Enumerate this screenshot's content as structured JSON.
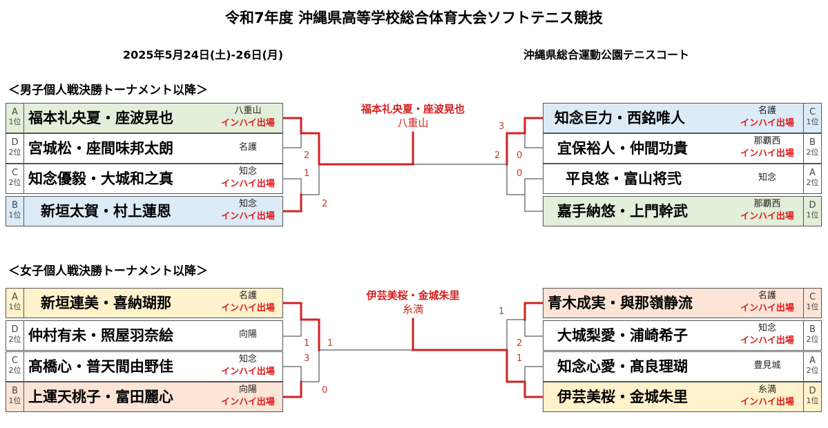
{
  "title": "令和7年度 沖縄県高等学校総合体育大会ソフトテニス競技",
  "date": "2025年5月24日(土)-26日(月)",
  "venue": "沖縄県総合運動公園テニスコート",
  "colors": {
    "inhai": "#e01b1b",
    "win_line": "#d42020",
    "green": "#e2efda",
    "blue": "#ddebf7",
    "orange": "#fce4d6",
    "yellow": "#fff2cc"
  },
  "boys": {
    "header": "＜男子個人戦決勝トーナメント以降＞",
    "champion": {
      "name": "福本礼央夏・座波晃也",
      "school": "八重山"
    },
    "left": [
      {
        "seed_letter": "A",
        "seed_rank": "1位",
        "name": "福本礼央夏・座波晃也",
        "school": "八重山",
        "inhai": "インハイ出場"
      },
      {
        "seed_letter": "D",
        "seed_rank": "2位",
        "name": "宮城松・座間味邦太朗",
        "school": "名護",
        "inhai": ""
      },
      {
        "seed_letter": "C",
        "seed_rank": "2位",
        "name": "知念優毅・大城和之真",
        "school": "知念",
        "inhai": "インハイ出場"
      },
      {
        "seed_letter": "B",
        "seed_rank": "1位",
        "name": "新垣太賀・村上蓮恩",
        "school": "知念",
        "inhai": "インハイ出場"
      }
    ],
    "right": [
      {
        "seed_letter": "C",
        "seed_rank": "1位",
        "name": "知念巨力・西銘唯人",
        "school": "名護",
        "inhai": "インハイ出場"
      },
      {
        "seed_letter": "B",
        "seed_rank": "2位",
        "name": "宜保裕人・仲間功貴",
        "school": "那覇西",
        "inhai": "インハイ出場"
      },
      {
        "seed_letter": "A",
        "seed_rank": "2位",
        "name": "平良悠・富山将弐",
        "school": "知念",
        "inhai": ""
      },
      {
        "seed_letter": "D",
        "seed_rank": "1位",
        "name": "嘉手納悠・上門幹武",
        "school": "那覇西",
        "inhai": "インハイ出場"
      }
    ],
    "scores": {
      "ls1": "2",
      "ls2": "1",
      "lf": "2",
      "rs1": "3",
      "rs2": "0",
      "rs3": "0",
      "rf": "2"
    }
  },
  "girls": {
    "header": "＜女子個人戦決勝トーナメント以降＞",
    "champion": {
      "name": "伊芸美桜・金城朱里",
      "school": "糸満"
    },
    "left": [
      {
        "seed_letter": "A",
        "seed_rank": "1位",
        "name": "新垣連美・喜納瑚那",
        "school": "名護",
        "inhai": "インハイ出場"
      },
      {
        "seed_letter": "D",
        "seed_rank": "2位",
        "name": "仲村有未・照屋羽奈絵",
        "school": "向陽",
        "inhai": ""
      },
      {
        "seed_letter": "C",
        "seed_rank": "2位",
        "name": "髙橋心・普天間由野佳",
        "school": "知念",
        "inhai": "インハイ出場"
      },
      {
        "seed_letter": "B",
        "seed_rank": "1位",
        "name": "上運天桃子・富田麗心",
        "school": "向陽",
        "inhai": "インハイ出場"
      }
    ],
    "right": [
      {
        "seed_letter": "C",
        "seed_rank": "1位",
        "name": "青木成実・與那嶺静流",
        "school": "名護",
        "inhai": "インハイ出場"
      },
      {
        "seed_letter": "B",
        "seed_rank": "2位",
        "name": "大城梨愛・浦崎希子",
        "school": "知念",
        "inhai": "インハイ出場"
      },
      {
        "seed_letter": "A",
        "seed_rank": "2位",
        "name": "知念心愛・髙良理瑚",
        "school": "豊見城",
        "inhai": ""
      },
      {
        "seed_letter": "D",
        "seed_rank": "1位",
        "name": "伊芸美桜・金城朱里",
        "school": "糸満",
        "inhai": "インハイ出場"
      }
    ],
    "scores": {
      "ls1": "1",
      "lf": "1",
      "ls2": "3",
      "ls3": "0",
      "rs1": "1",
      "rs2": "2",
      "rs3": "1"
    }
  }
}
